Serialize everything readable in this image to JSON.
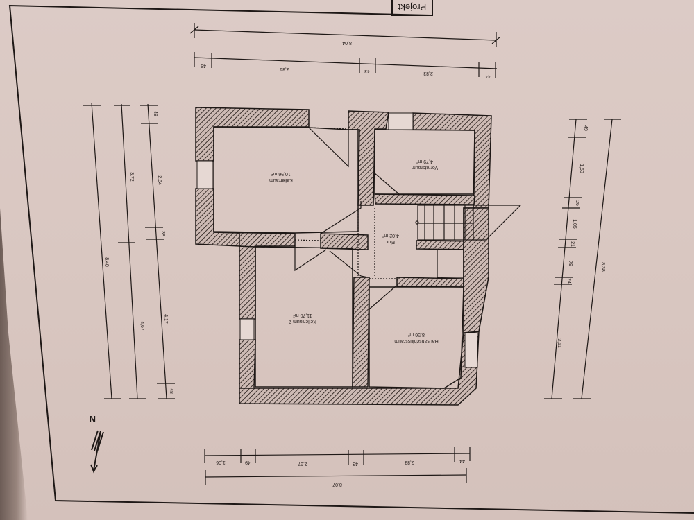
{
  "document": {
    "type": "floor plan (basement), photographed upside-down",
    "title_block_label": "Projekt",
    "north_arrow": {
      "label": "N",
      "icon": "north-arrow-icon"
    },
    "colors": {
      "paper": "#dccbc6",
      "ink": "#2a2220",
      "wall_hatch": "#3a302c"
    }
  },
  "rooms": [
    {
      "name": "Kellerraum",
      "area": "10,96 m²"
    },
    {
      "name": "Vorratsraum",
      "area": "4,79 m²"
    },
    {
      "name": "Flur",
      "area": "4,02 m²"
    },
    {
      "name": "Kellerraum 2",
      "area": "11,70 m²"
    },
    {
      "name": "Hausanschlussraum",
      "area": "8,56 m²"
    }
  ],
  "dimensions": {
    "top_total": "8,04",
    "top_segments": [
      "49",
      "3,85",
      "43",
      "2,83",
      "44"
    ],
    "bottom_total": "8,07",
    "bottom_segments": [
      "1,06",
      "49",
      "2,67",
      "43",
      "2,83",
      "44"
    ],
    "left_total": "8,40",
    "left_mid": [
      "3,72",
      "4,67"
    ],
    "left_inner": [
      "48",
      "2,84",
      "38",
      "4,17",
      "48"
    ],
    "right_total": "8,38",
    "right_inner": [
      "49",
      "1,59",
      "26",
      "1,05",
      "21",
      "79",
      "24",
      "3,51"
    ]
  }
}
